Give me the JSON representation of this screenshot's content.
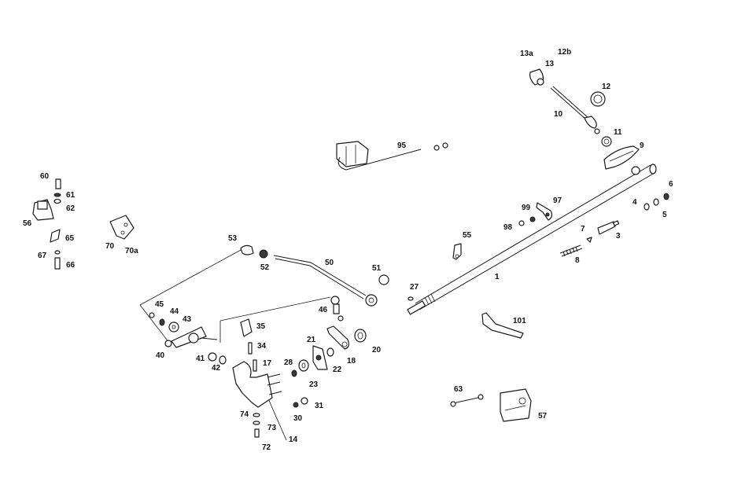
{
  "diagram": {
    "title": "",
    "background": "#ffffff",
    "ink_color": "#1a1a1a",
    "labels": [
      {
        "id": "1",
        "text": "1"
      },
      {
        "id": "3",
        "text": "3"
      },
      {
        "id": "4",
        "text": "4"
      },
      {
        "id": "5",
        "text": "5"
      },
      {
        "id": "6",
        "text": "6"
      },
      {
        "id": "7",
        "text": "7"
      },
      {
        "id": "8",
        "text": "8"
      },
      {
        "id": "9",
        "text": "9"
      },
      {
        "id": "10",
        "text": "10"
      },
      {
        "id": "11",
        "text": "11"
      },
      {
        "id": "12",
        "text": "12"
      },
      {
        "id": "12b",
        "text": "12b"
      },
      {
        "id": "13",
        "text": "13"
      },
      {
        "id": "13a",
        "text": "13a"
      },
      {
        "id": "14",
        "text": "14"
      },
      {
        "id": "17",
        "text": "17"
      },
      {
        "id": "18",
        "text": "18"
      },
      {
        "id": "20",
        "text": "20"
      },
      {
        "id": "21",
        "text": "21"
      },
      {
        "id": "22",
        "text": "22"
      },
      {
        "id": "23",
        "text": "23"
      },
      {
        "id": "27",
        "text": "27"
      },
      {
        "id": "28",
        "text": "28"
      },
      {
        "id": "30",
        "text": "30"
      },
      {
        "id": "31",
        "text": "31"
      },
      {
        "id": "34",
        "text": "34"
      },
      {
        "id": "35",
        "text": "35"
      },
      {
        "id": "40",
        "text": "40"
      },
      {
        "id": "41",
        "text": "41"
      },
      {
        "id": "42",
        "text": "42"
      },
      {
        "id": "43",
        "text": "43"
      },
      {
        "id": "44",
        "text": "44"
      },
      {
        "id": "45",
        "text": "45"
      },
      {
        "id": "46",
        "text": "46"
      },
      {
        "id": "50",
        "text": "50"
      },
      {
        "id": "51",
        "text": "51"
      },
      {
        "id": "52",
        "text": "52"
      },
      {
        "id": "53",
        "text": "53"
      },
      {
        "id": "55",
        "text": "55"
      },
      {
        "id": "56",
        "text": "56"
      },
      {
        "id": "57",
        "text": "57"
      },
      {
        "id": "60",
        "text": "60"
      },
      {
        "id": "61",
        "text": "61"
      },
      {
        "id": "62",
        "text": "62"
      },
      {
        "id": "63",
        "text": "63"
      },
      {
        "id": "65",
        "text": "65"
      },
      {
        "id": "66",
        "text": "66"
      },
      {
        "id": "67",
        "text": "67"
      },
      {
        "id": "70",
        "text": "70"
      },
      {
        "id": "70a",
        "text": "70a"
      },
      {
        "id": "72",
        "text": "72"
      },
      {
        "id": "73",
        "text": "73"
      },
      {
        "id": "74",
        "text": "74"
      },
      {
        "id": "95",
        "text": "95"
      },
      {
        "id": "97",
        "text": "97"
      },
      {
        "id": "98",
        "text": "98"
      },
      {
        "id": "99",
        "text": "99"
      },
      {
        "id": "101",
        "text": "101"
      }
    ]
  }
}
